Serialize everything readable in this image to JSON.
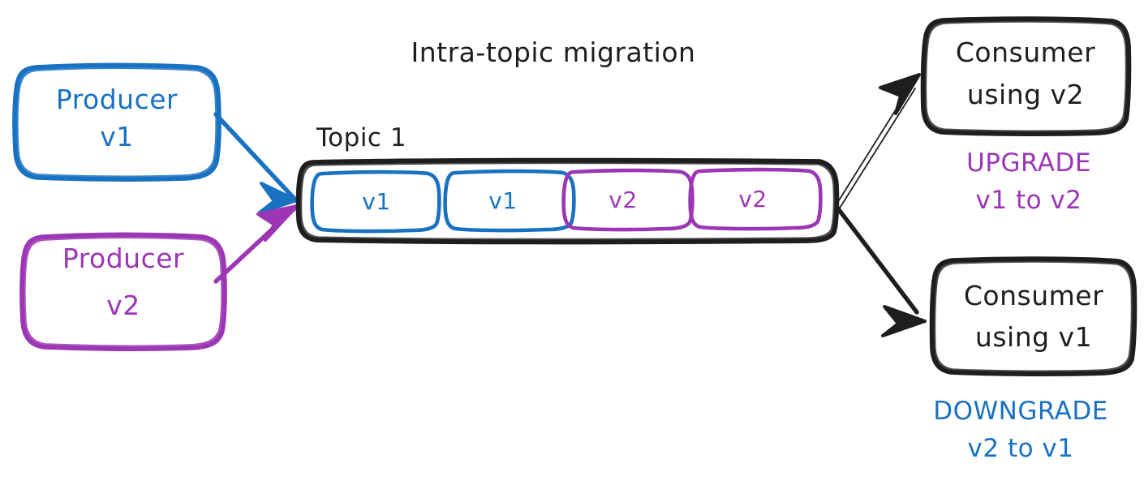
{
  "diagram": {
    "title": "Intra-topic migration",
    "background": "#ffffff",
    "colors": {
      "blue": "#1971c2",
      "purple": "#9c36b5",
      "black": "#1e1e1e"
    }
  },
  "producers": [
    {
      "name": "producer-v1",
      "line1": "Producer",
      "line2": "v1",
      "color": "blue"
    },
    {
      "name": "producer-v2",
      "line1": "Producer",
      "line2": "v2",
      "color": "purple"
    }
  ],
  "topic": {
    "label": "Topic 1",
    "cells": [
      {
        "value": "v1",
        "color": "blue"
      },
      {
        "value": "v1",
        "color": "blue"
      },
      {
        "value": "v2",
        "color": "purple"
      },
      {
        "value": "v2",
        "color": "purple"
      }
    ]
  },
  "consumers": [
    {
      "name": "consumer-using-v2",
      "line1": "Consumer",
      "line2": "using v2",
      "caption_line1": "UPGRADE",
      "caption_line2": "v1 to v2",
      "caption_color": "purple"
    },
    {
      "name": "consumer-using-v1",
      "line1": "Consumer",
      "line2": "using v1",
      "caption_line1": "DOWNGRADE",
      "caption_line2": "v2 to v1",
      "caption_color": "blue"
    }
  ],
  "arrows": [
    {
      "name": "producer-v1-to-topic",
      "color": "blue",
      "style": "solid"
    },
    {
      "name": "producer-v2-to-topic",
      "color": "purple",
      "style": "solid"
    },
    {
      "name": "topic-to-consumer-v2",
      "color": "black",
      "style": "double-line"
    },
    {
      "name": "topic-to-consumer-v1",
      "color": "black",
      "style": "solid"
    }
  ]
}
